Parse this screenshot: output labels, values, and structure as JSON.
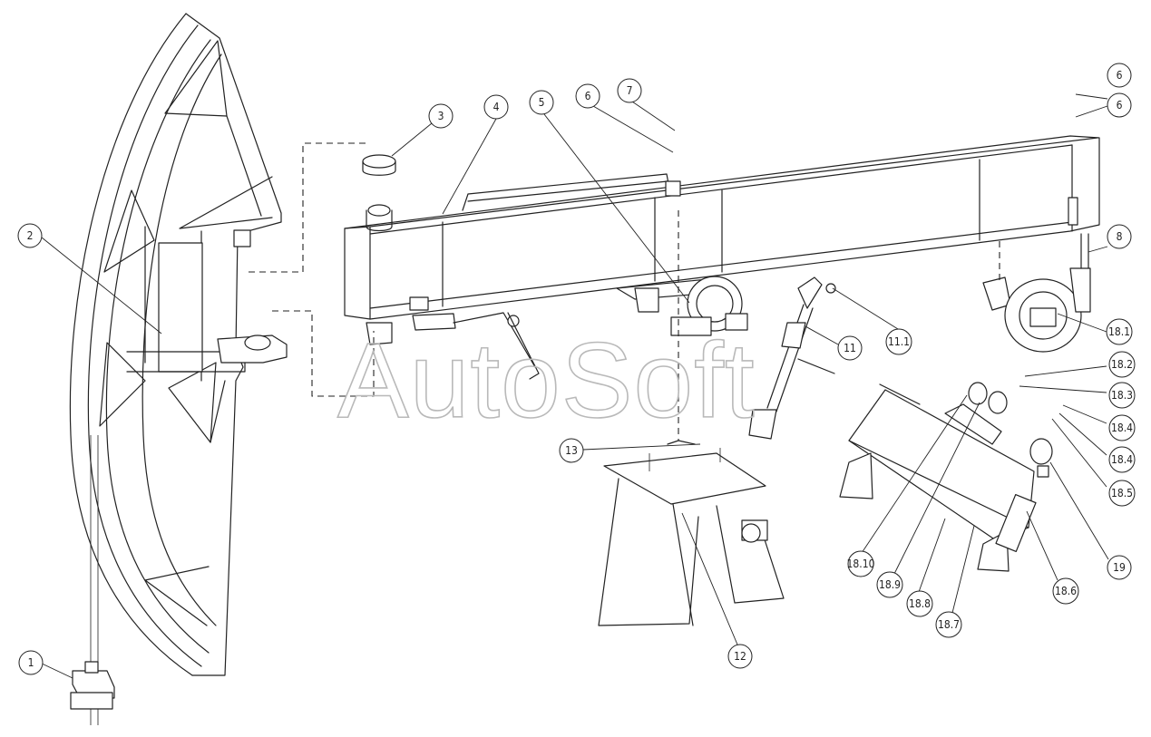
{
  "watermark": "AutoSoft",
  "callouts": [
    {
      "id": "c1",
      "label": "1"
    },
    {
      "id": "c2",
      "label": "2"
    },
    {
      "id": "c3",
      "label": "3"
    },
    {
      "id": "c4",
      "label": "4"
    },
    {
      "id": "c5",
      "label": "5"
    },
    {
      "id": "c6a",
      "label": "6"
    },
    {
      "id": "c7",
      "label": "7"
    },
    {
      "id": "c6b",
      "label": "6"
    },
    {
      "id": "c6c",
      "label": "6"
    },
    {
      "id": "c8",
      "label": "8"
    },
    {
      "id": "c18_1",
      "label": "18.1"
    },
    {
      "id": "c11_1",
      "label": "11.1"
    },
    {
      "id": "c11",
      "label": "11"
    },
    {
      "id": "c18_2",
      "label": "18.2"
    },
    {
      "id": "c18_3",
      "label": "18.3"
    },
    {
      "id": "c18_4a",
      "label": "18.4"
    },
    {
      "id": "c18_4b",
      "label": "18.4"
    },
    {
      "id": "c18_5",
      "label": "18.5"
    },
    {
      "id": "c19",
      "label": "19"
    },
    {
      "id": "c18_6",
      "label": "18.6"
    },
    {
      "id": "c18_7",
      "label": "18.7"
    },
    {
      "id": "c18_8",
      "label": "18.8"
    },
    {
      "id": "c18_9",
      "label": "18.9"
    },
    {
      "id": "c18_10",
      "label": "18.10"
    },
    {
      "id": "c13",
      "label": "13"
    },
    {
      "id": "c12",
      "label": "12"
    }
  ]
}
